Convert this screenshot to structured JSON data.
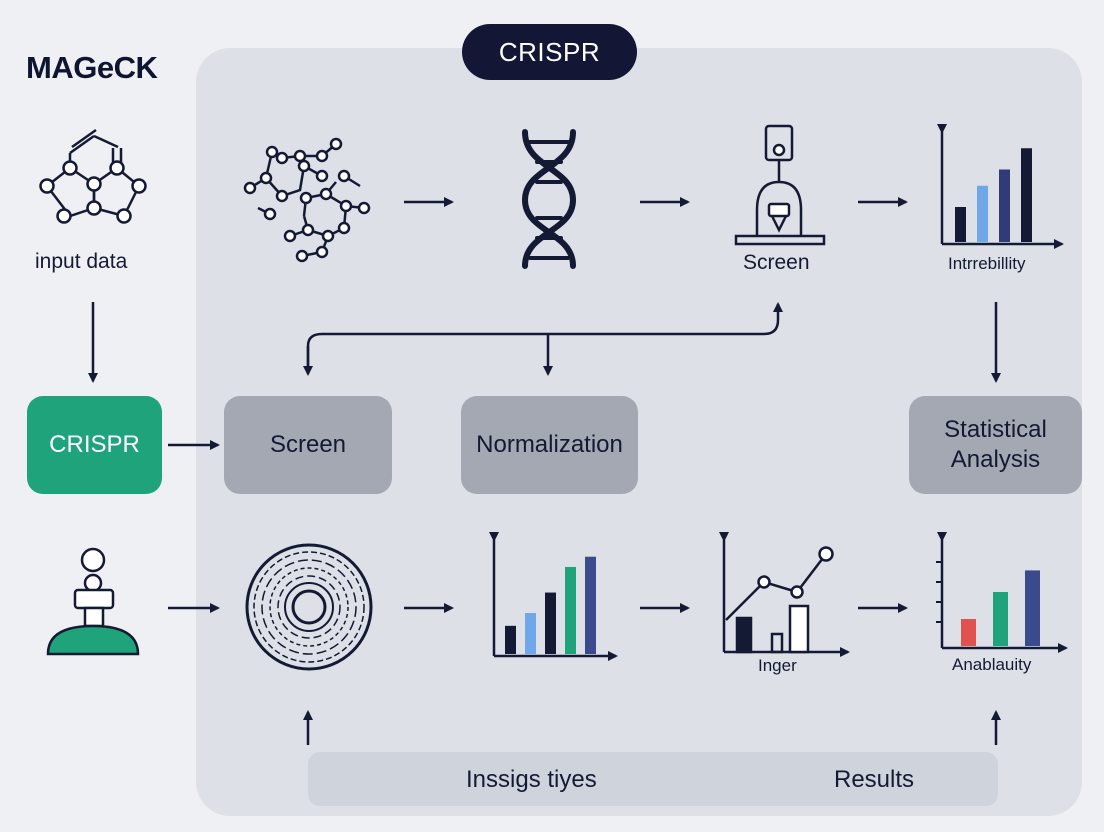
{
  "title": "MAGeCK",
  "pill": "CRISPR",
  "labels": {
    "input_data": "input data",
    "screen_top": "Screen",
    "intrebility": "Intrrebillity",
    "inger": "Inger",
    "anablauity": "Anablauity",
    "bottom_left": "Inssigs tiyes",
    "bottom_right": "Results"
  },
  "boxes": {
    "crispr": "CRISPR",
    "screen": "Screen",
    "normalization": "Normalization",
    "statistical_analysis": "Statistical\nAnalysis"
  },
  "icons": [
    "molecule-icon",
    "molecule-cluster-icon",
    "dna-helix-icon",
    "lab-instrument-icon",
    "bar-chart-icon",
    "person-icon",
    "cell-icon",
    "line-chart-icon"
  ],
  "colors": {
    "dark": "#141a33",
    "green": "#1fa37a",
    "blue": "#6ea8e8",
    "navy": "#3a4a8c",
    "red": "#e0524d",
    "box_grey": "#a3a8b3",
    "panel": "#dde0e7"
  },
  "charts": {
    "top_right": {
      "values": [
        0.28,
        0.45,
        0.58,
        0.75
      ],
      "colors": [
        "#141a33",
        "#6ea8e8",
        "#2f3c78",
        "#141a33"
      ]
    },
    "bottom_middle": {
      "values": [
        0.22,
        0.32,
        0.48,
        0.68,
        0.76
      ],
      "colors": [
        "#141a33",
        "#6ea8e8",
        "#141a33",
        "#1fa37a",
        "#3a4a8c"
      ]
    },
    "bottom_right": {
      "values": [
        0.25,
        0.5,
        0.7
      ],
      "colors": [
        "#e0524d",
        "#1fa37a",
        "#3a4a8c"
      ]
    }
  }
}
